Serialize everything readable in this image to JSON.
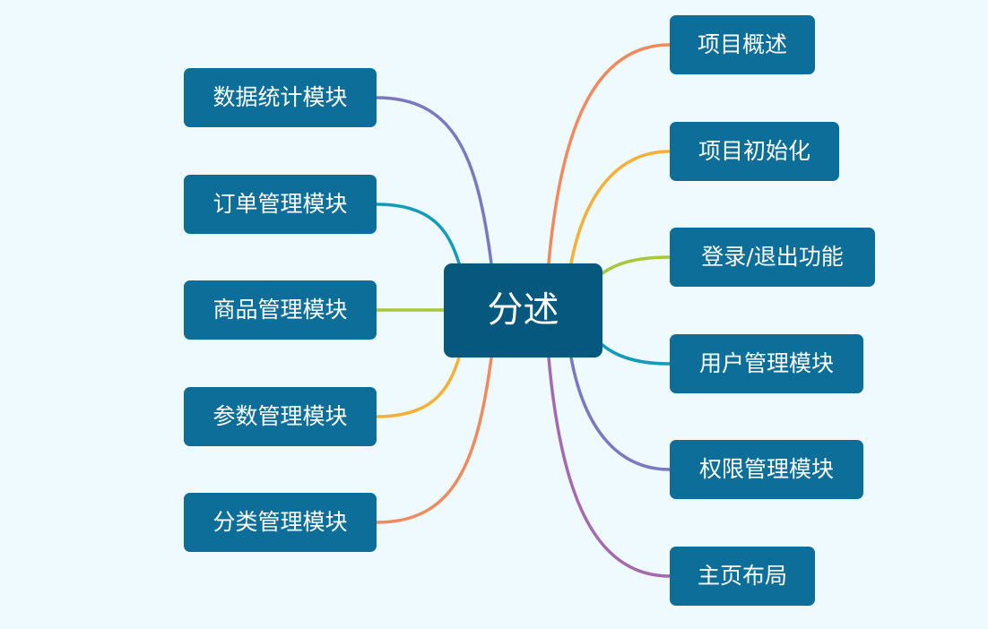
{
  "mindmap": {
    "central": {
      "label": "分述"
    },
    "left_branches": [
      {
        "label": "数据统计模块",
        "color": "#7a78c0"
      },
      {
        "label": "订单管理模块",
        "color": "#129cbc"
      },
      {
        "label": "商品管理模块",
        "color": "#a9c73a"
      },
      {
        "label": "参数管理模块",
        "color": "#f8af37"
      },
      {
        "label": "分类管理模块",
        "color": "#f08a5d"
      }
    ],
    "right_branches": [
      {
        "label": "项目概述",
        "color": "#f08a5d"
      },
      {
        "label": "项目初始化",
        "color": "#f8af37"
      },
      {
        "label": "登录/退出功能",
        "color": "#a9c73a"
      },
      {
        "label": "用户管理模块",
        "color": "#129cbc"
      },
      {
        "label": "权限管理模块",
        "color": "#7a78c0"
      },
      {
        "label": "主页布局",
        "color": "#a46ab0"
      }
    ]
  }
}
